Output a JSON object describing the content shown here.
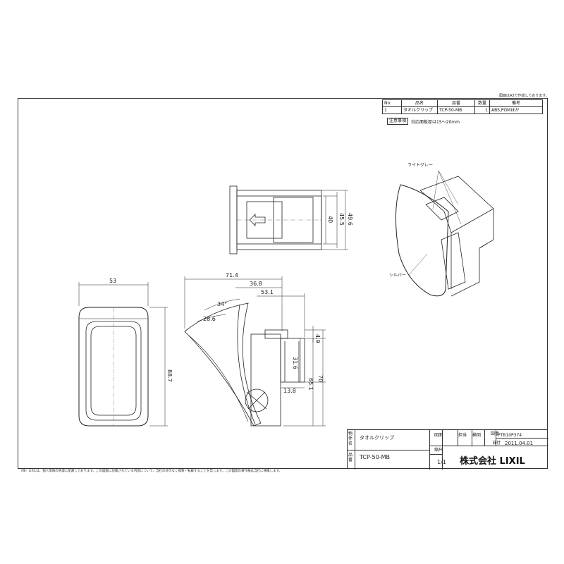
{
  "header_note": "図面はA3で作成しております。",
  "parts_table": {
    "headers": [
      "No.",
      "品名",
      "品番",
      "数量",
      "備考"
    ],
    "rows": [
      [
        "1",
        "タオルクリップ",
        "TCP-50-MB",
        "1",
        "ABS,POMほか"
      ]
    ]
  },
  "notes": {
    "label": "注意事項",
    "text": "対応面板厚は15～20mm"
  },
  "dimensions": {
    "front": [
      "53",
      "88.7"
    ],
    "side": [
      "71.4",
      "36.8",
      "53.1",
      "34°",
      "28.6",
      "4.9",
      "31.6",
      "13.8",
      "65.1",
      "70"
    ],
    "top": [
      "40",
      "45.5",
      "49.6"
    ]
  },
  "callouts": [
    "ライトグレー",
    "シルバー"
  ],
  "title_block": {
    "name_label": "物件名",
    "name_value": "タオルクリップ",
    "product_label": "品番",
    "product_value": "TCP-50-MB",
    "drawing_label": "図面",
    "charge_label": "担当",
    "approve_label": "検図",
    "number_label": "図番",
    "number_value": "PTB10P374",
    "date_label": "日付",
    "date_value": "2011.04.01",
    "scale_label": "縮尺",
    "scale_value": "1/1",
    "company": "株式会社",
    "brand": "LIXIL"
  },
  "footer": "（株）LIXILは、個人情報の管理に配慮しております。この図面に記載されている内容について、当社の許可なく複製・転載することを禁じます。この図面の著作権は当社に帰属します。"
}
